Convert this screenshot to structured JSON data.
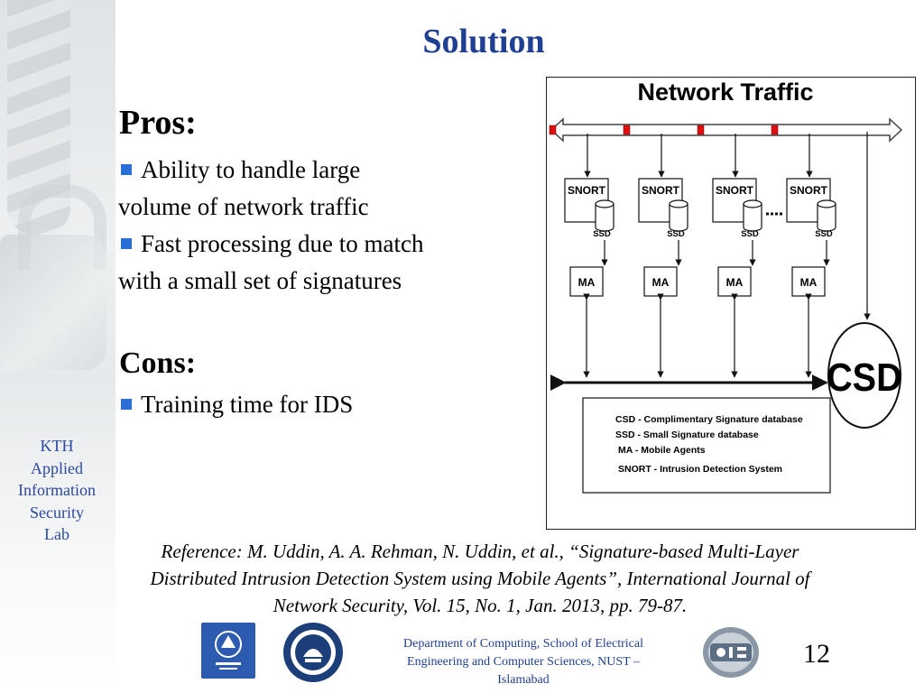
{
  "slide": {
    "title": "Solution",
    "pros_heading": "Pros:",
    "pros": [
      {
        "line1": "Ability to handle large",
        "line2": "volume of  network traffic"
      },
      {
        "line1": "Fast processing due to match",
        "line2": "with a small set of signatures"
      }
    ],
    "cons_heading": "Cons:",
    "cons": [
      "Training time for IDS"
    ]
  },
  "sidebar": {
    "lab_lines": [
      "KTH",
      "Applied",
      "Information",
      "Security",
      "Lab"
    ]
  },
  "diagram": {
    "title": "Network Traffic",
    "snort_label": "SNORT",
    "ssd_label": "SSD",
    "ma_label": "MA",
    "csd_label": "CSD",
    "legend": [
      "CSD - Complimentary Signature database",
      "SSD - Small Signature database",
      "MA - Mobile Agents",
      "SNORT - Intrusion Detection System"
    ],
    "colors": {
      "packet": "#e01010",
      "stroke": "#111111"
    }
  },
  "reference": {
    "line1": "Reference:  M. Uddin, A. A. Rehman, N. Uddin, et al., “Signature-based Multi-Layer",
    "line2": "Distributed Intrusion Detection System using Mobile Agents”,  International Journal of",
    "line3": "Network Security, Vol. 15, No. 1, Jan. 2013, pp. 79-87."
  },
  "footer": {
    "dept_line1": "Department of Computing, School of Electrical",
    "dept_line2": "Engineering and Computer Sciences, NUST –",
    "dept_line3": "Islamabad",
    "page_number": "12",
    "logos": [
      "kth-logo",
      "nust-logo",
      "ais-logo"
    ]
  },
  "theme": {
    "title_color": "#1f3f93",
    "bullet_color": "#2a6fd6",
    "sidebar_text_color": "#2a48a4"
  }
}
